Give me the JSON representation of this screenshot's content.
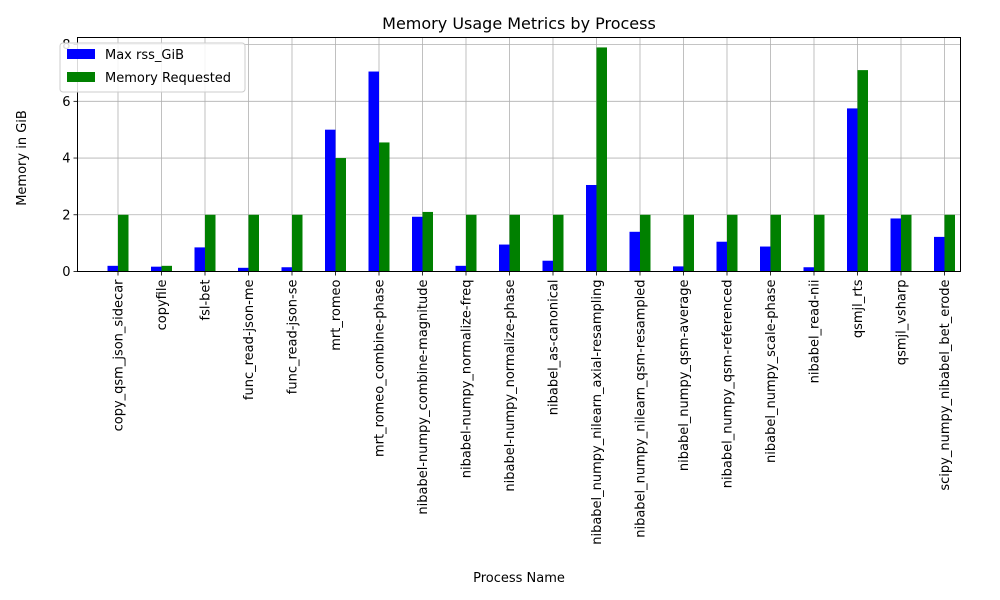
{
  "chart_data": {
    "type": "bar",
    "title": "Memory Usage Metrics by Process",
    "xlabel": "Process Name",
    "ylabel": "Memory in GiB",
    "ylim": [
      0,
      8.25
    ],
    "yticks": [
      "0",
      "2",
      "4",
      "6",
      "8"
    ],
    "grid": true,
    "legend_position": "upper-left",
    "categories": [
      "copy_qsm_json_sidecar",
      "copyfile",
      "fsl-bet",
      "func_read-json-me",
      "func_read-json-se",
      "mrt_romeo",
      "mrt_romeo_combine-phase",
      "nibabel-numpy_combine-magnitude",
      "nibabel-numpy_normalize-freq",
      "nibabel-numpy_normalize-phase",
      "nibabel_as-canonical",
      "nibabel_numpy_nilearn_axial-resampling",
      "nibabel_numpy_nilearn_qsm-resampled",
      "nibabel_numpy_qsm-average",
      "nibabel_numpy_qsm-referenced",
      "nibabel_numpy_scale-phase",
      "nibabel_read-nii",
      "qsmjl_rts",
      "qsmjl_vsharp",
      "scipy_numpy_nibabel_bet_erode"
    ],
    "series": [
      {
        "name": "Max rss_GiB",
        "color": "#0000ff",
        "values": [
          0.2,
          0.17,
          0.85,
          0.13,
          0.15,
          5.0,
          7.05,
          1.93,
          0.2,
          0.95,
          0.38,
          3.05,
          1.4,
          0.18,
          1.05,
          0.88,
          0.15,
          5.75,
          1.87,
          1.22
        ]
      },
      {
        "name": "Memory Requested",
        "color": "#008000",
        "values": [
          2,
          0.2,
          2,
          2,
          2,
          4,
          4.55,
          2.1,
          2,
          2,
          2,
          7.9,
          2,
          2,
          2,
          2,
          2,
          7.1,
          2,
          2
        ]
      }
    ]
  }
}
